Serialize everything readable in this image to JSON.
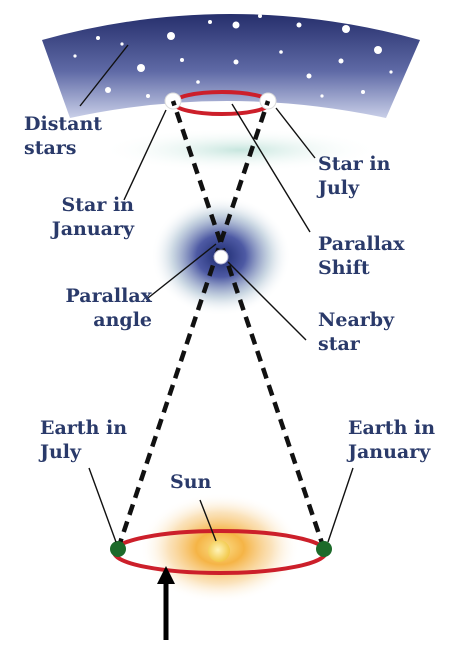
{
  "labels": {
    "distant_stars": [
      "Distant",
      "stars"
    ],
    "star_in_july": [
      "Star in",
      "July"
    ],
    "star_in_january": [
      "Star in",
      "January"
    ],
    "parallax_shift": [
      "Parallax",
      "Shift"
    ],
    "parallax_angle": [
      "Parallax",
      "angle"
    ],
    "nearby_star": [
      "Nearby",
      "star"
    ],
    "earth_in_july": [
      "Earth in",
      "July"
    ],
    "earth_in_january": [
      "Earth in",
      "January"
    ],
    "sun": "Sun"
  },
  "colors": {
    "sky_top": "#2a3470",
    "sky_bottom": "#b8c0e0",
    "orbit": "#cc1f2a",
    "earth": "#1d6a2a",
    "sun_core": "#f6d070",
    "sun_glow": "#f0a030",
    "label": "#2a3a6a",
    "sight_line": "#111111"
  }
}
